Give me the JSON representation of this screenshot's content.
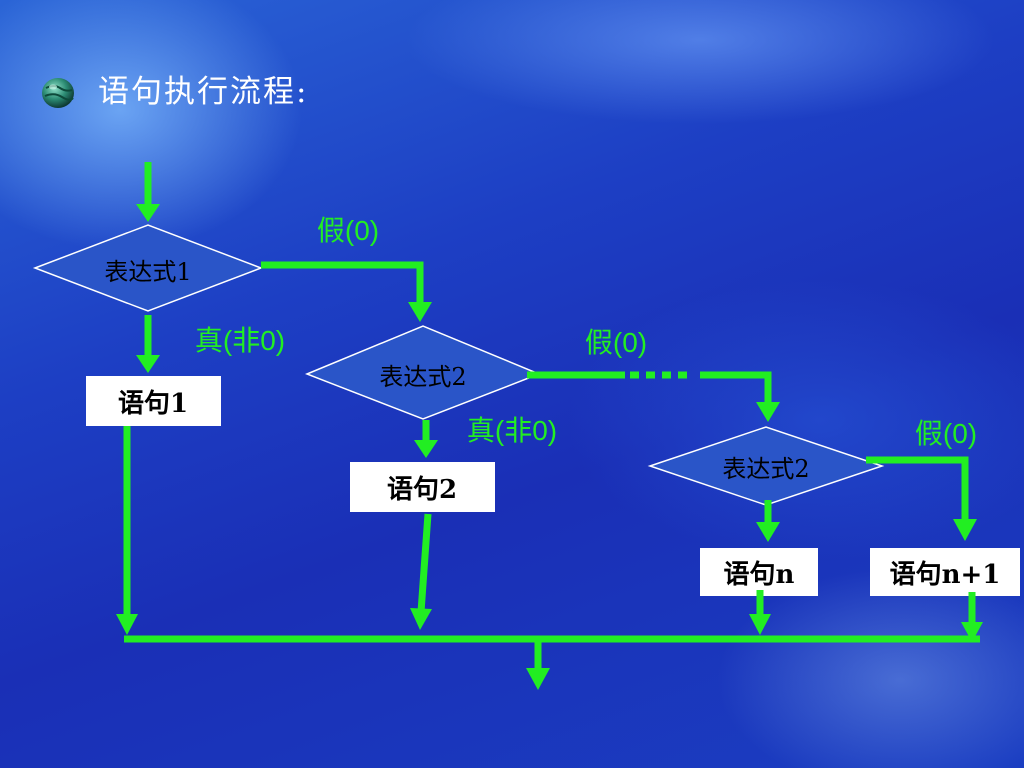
{
  "title": "语句执行流程:",
  "colors": {
    "arrow": "#22ee22",
    "label": "#22ee22",
    "diamond_fill": "#2a55c8",
    "diamond_stroke": "#ffffff",
    "box_fill": "#ffffff",
    "box_text": "#000000"
  },
  "decisions": {
    "d1": "表达式1",
    "d2": "表达式2",
    "d3": "表达式2"
  },
  "statements": {
    "s1": "语句1",
    "s2": "语句2",
    "sn": "语句n",
    "sn1": "语句n+1"
  },
  "labels": {
    "false1": "假(0)",
    "true1": "真(非0)",
    "false2": "假(0)",
    "true2": "真(非0)",
    "false3": "假(0)"
  }
}
